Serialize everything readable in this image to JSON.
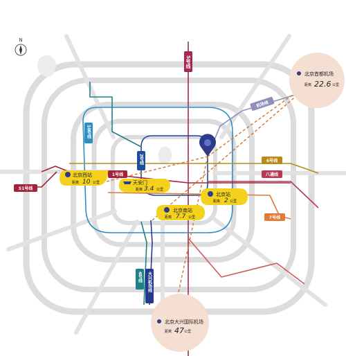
{
  "compass": {
    "label": "N"
  },
  "lines": {
    "line5": "5号线",
    "line10": "10号线",
    "line2": "2号线",
    "line1": "1号线",
    "line6": "6号线",
    "line8": "八通线",
    "line7": "7号线",
    "line51": "S1号线",
    "line4": "4号线",
    "daxing": "大兴机场线",
    "capital": "机场线"
  },
  "stations": {
    "beijing_west": {
      "name": "北京西站",
      "dist_prefix": "距离",
      "dist_value": "10",
      "dist_unit": "公里"
    },
    "tiananmen": {
      "name": "天安门",
      "dist_prefix": "距离",
      "dist_value": "3.4",
      "dist_unit": "公里"
    },
    "beijing_station": {
      "name": "北京站",
      "dist_prefix": "距离",
      "dist_value": "2",
      "dist_unit": "公里"
    },
    "beijing_south": {
      "name": "北京南站",
      "dist_prefix": "距离",
      "dist_value": "7.7",
      "dist_unit": "公里"
    }
  },
  "airports": {
    "capital": {
      "name": "北京首都机场",
      "dist_prefix": "距离",
      "dist_value": "22.6",
      "dist_unit": "公里"
    },
    "daxing": {
      "name": "北京大兴国际机场",
      "dist_prefix": "距离",
      "dist_value": "47",
      "dist_unit": "公里"
    }
  },
  "colors": {
    "ring": "#dcdcdc",
    "highlight": "#f3d11c",
    "airport_bubble": "#f5dfd3",
    "line5": "#a3285a",
    "line1": "#a5233a",
    "line6": "#b98a17",
    "line8": "#b63a54",
    "line7": "#e07a35",
    "line2": "#1d4e9a",
    "line10": "#2e8fc2",
    "line4": "#1f7f86",
    "daxing": "#253a8c",
    "capital": "#8f8fb9",
    "route": "#d4752e"
  }
}
